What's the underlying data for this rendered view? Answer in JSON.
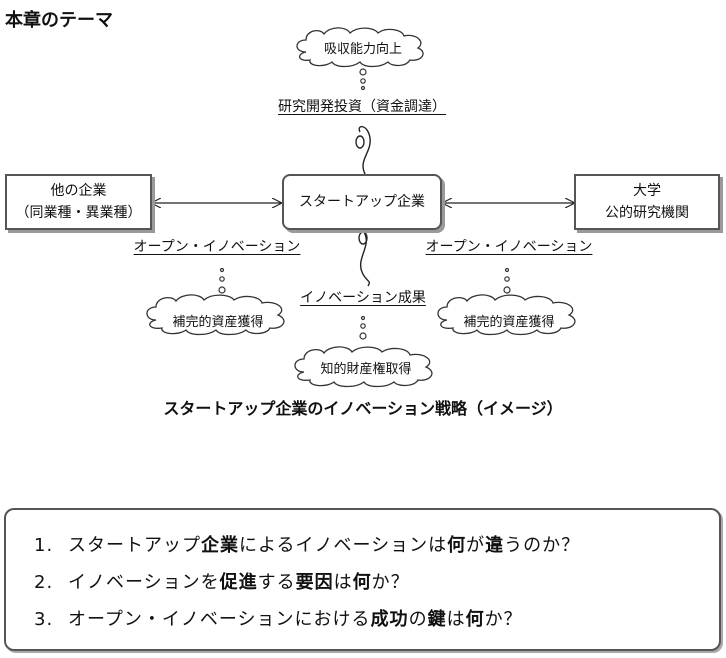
{
  "title": "本章のテーマ",
  "nodes": {
    "left": {
      "line1": "他の企業",
      "line2": "（同業種・異業種）"
    },
    "center": {
      "label": "スタートアップ企業"
    },
    "right": {
      "line1": "大学",
      "line2": "公的研究機関"
    }
  },
  "clouds": {
    "top": "吸収能力向上",
    "left": "補完的資産獲得",
    "right": "補完的資産獲得",
    "bottom": "知的財産権取得"
  },
  "labels": {
    "top": "研究開発投資（資金調達）",
    "left": "オープン・イノベーション",
    "right": "オープン・イノベーション",
    "bottom": "イノベーション成果"
  },
  "caption": "スタートアップ企業のイノベーション戦略（イメージ）",
  "questions": [
    {
      "num": "1.",
      "parts": [
        {
          "text": "スタートアップ",
          "bold": false
        },
        {
          "text": "企業",
          "bold": true
        },
        {
          "text": "によるイノベーションは",
          "bold": false
        },
        {
          "text": "何",
          "bold": true
        },
        {
          "text": "が",
          "bold": false
        },
        {
          "text": "違",
          "bold": true
        },
        {
          "text": "うのか？",
          "bold": false
        }
      ]
    },
    {
      "num": "2.",
      "parts": [
        {
          "text": "イノベーションを",
          "bold": false
        },
        {
          "text": "促進",
          "bold": true
        },
        {
          "text": "する",
          "bold": false
        },
        {
          "text": "要因",
          "bold": true
        },
        {
          "text": "は",
          "bold": false
        },
        {
          "text": "何",
          "bold": true
        },
        {
          "text": "か？",
          "bold": false
        }
      ]
    },
    {
      "num": "3.",
      "parts": [
        {
          "text": "オープン・イノベーションにおける",
          "bold": false
        },
        {
          "text": "成功",
          "bold": true
        },
        {
          "text": "の",
          "bold": false
        },
        {
          "text": "鍵",
          "bold": true
        },
        {
          "text": "は",
          "bold": false
        },
        {
          "text": "何",
          "bold": true
        },
        {
          "text": "か？",
          "bold": false
        }
      ]
    }
  ]
}
